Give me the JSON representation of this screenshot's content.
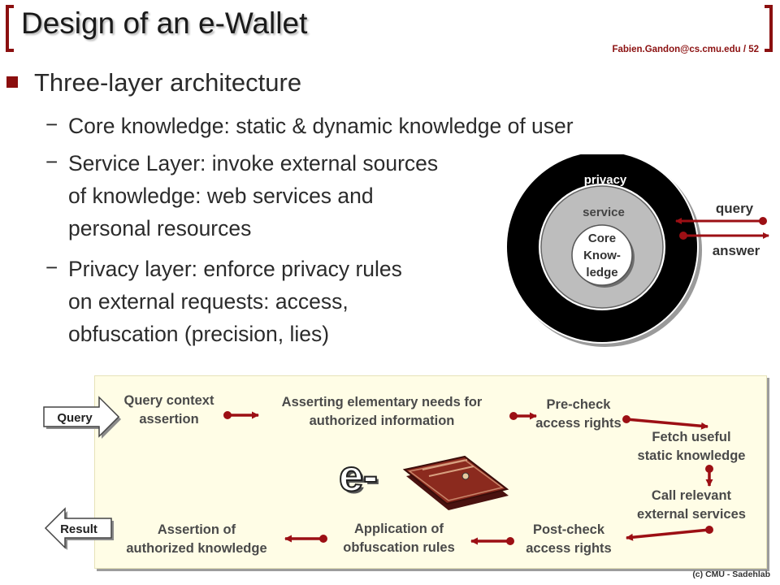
{
  "header": {
    "title": "Design of an e-Wallet",
    "email_page": "Fabien.Gandon@cs.cmu.edu  / 52"
  },
  "content": {
    "bullet": "Three-layer architecture",
    "sub1": "Core knowledge: static & dynamic knowledge of user",
    "sub2_lines": [
      "Service Layer: invoke external sources",
      "of knowledge: web services and",
      "personal resources"
    ],
    "sub3_lines": [
      "Privacy layer: enforce privacy rules",
      "on external requests: access,",
      "obfuscation (precision, lies)"
    ],
    "dash": "−"
  },
  "layers_diagram": {
    "privacy_label": "privacy",
    "service_label": "service",
    "core_lines": [
      "Core",
      "Know-",
      "ledge"
    ],
    "query_label": "query",
    "answer_label": "answer"
  },
  "flow": {
    "query_button": "Query",
    "result_button": "Result",
    "logo_text": "e-",
    "steps": {
      "query_context": [
        "Query context",
        "assertion"
      ],
      "asserting_needs": [
        "Asserting elementary needs for",
        "authorized information"
      ],
      "pre_check": [
        "Pre-check",
        "access rights"
      ],
      "fetch": [
        "Fetch useful",
        "static knowledge"
      ],
      "call_services": [
        "Call relevant",
        "external services"
      ],
      "post_check": [
        "Post-check",
        "access rights"
      ],
      "obfuscation": [
        "Application of",
        "obfuscation rules"
      ],
      "assertion_knowledge": [
        "Assertion of",
        "authorized knowledge"
      ]
    }
  },
  "footer": {
    "copyright": "(c) CMU - Sadehlab"
  },
  "colors": {
    "accent": "#8b0e0e",
    "arrow": "#9c0f14",
    "panel": "#fffde6"
  }
}
